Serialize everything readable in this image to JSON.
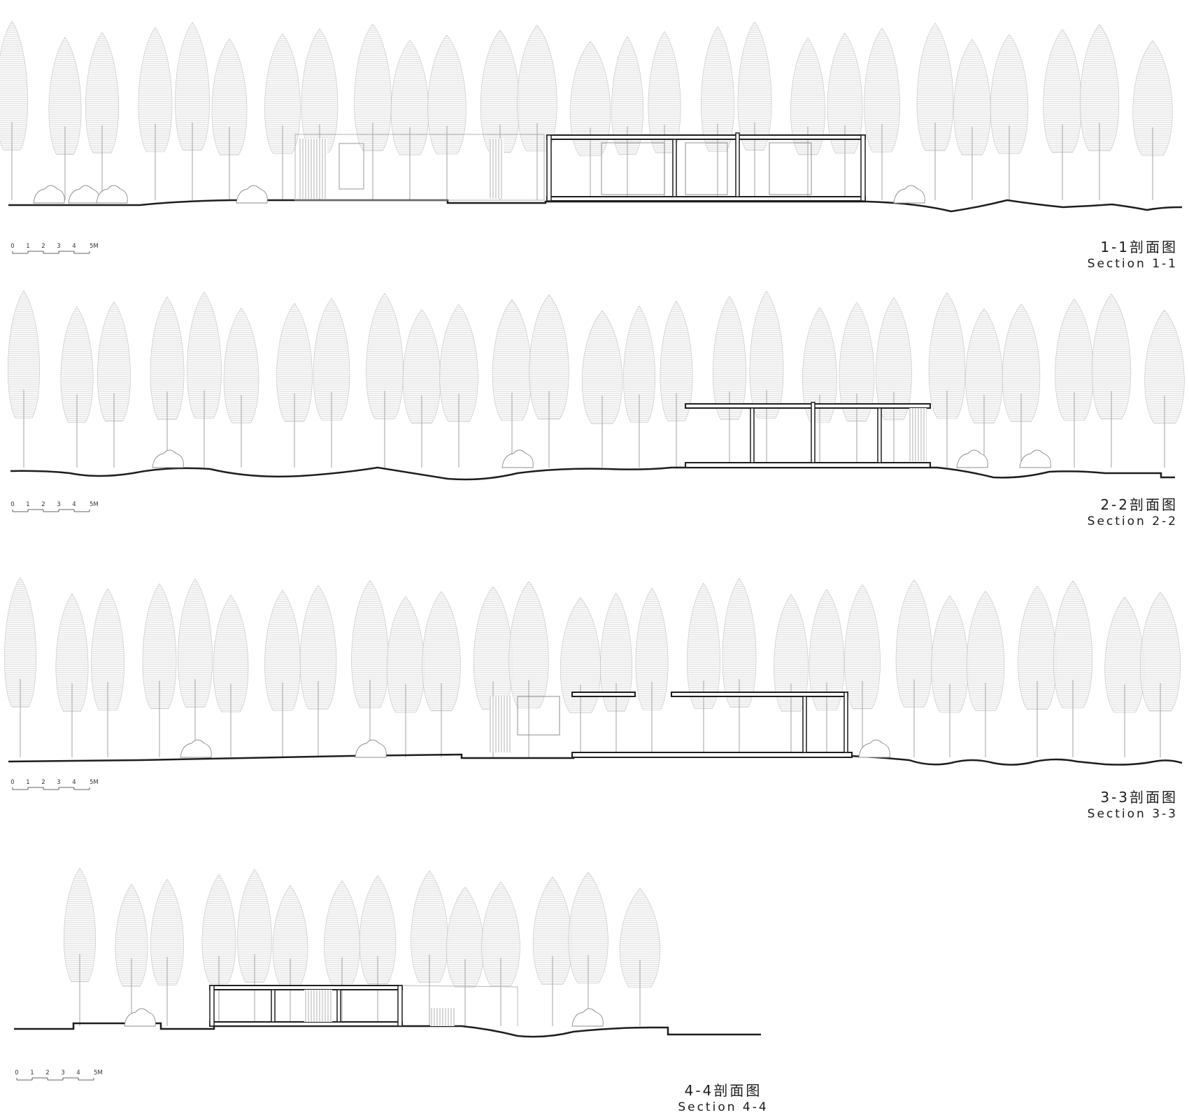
{
  "sections": [
    {
      "id": "1-1",
      "title_cn": "1-1剖面图",
      "title_en": "Section 1-1"
    },
    {
      "id": "2-2",
      "title_cn": "2-2剖面图",
      "title_en": "Section 2-2"
    },
    {
      "id": "3-3",
      "title_cn": "3-3剖面图",
      "title_en": "Section 3-3"
    },
    {
      "id": "4-4",
      "title_cn": "4-4剖面图",
      "title_en": "Section 4-4"
    }
  ],
  "scale_bar": {
    "ticks": [
      "0",
      "1",
      "2",
      "3",
      "4",
      "5M"
    ]
  },
  "colors": {
    "line": "#1e1e1e",
    "tree": "#dcdcdc",
    "tree_outline": "#b9b9b9",
    "wall": "#9a9a9a"
  }
}
